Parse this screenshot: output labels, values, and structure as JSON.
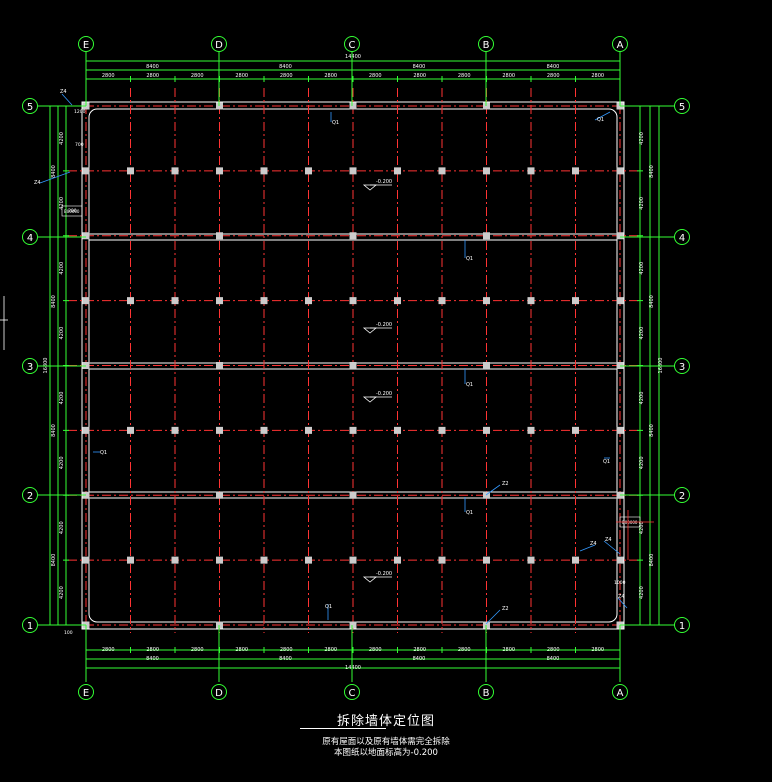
{
  "drawing": {
    "title": "拆除墙体定位图",
    "notes": [
      "原有屋面以及原有墙体需完全拆除",
      "本图纸以地面标高为-0.200"
    ]
  },
  "axes": {
    "columns": [
      "E",
      "D",
      "C",
      "B",
      "A"
    ],
    "rows": [
      "5",
      "4",
      "3",
      "2",
      "1"
    ]
  },
  "dimensions": {
    "overall": "14400",
    "bays": [
      "8400",
      "8400",
      "8400",
      "8400"
    ],
    "sub_spans": [
      "2800",
      "2800",
      "2800",
      "2800",
      "2800",
      "2800",
      "2800",
      "2800",
      "2800",
      "2800",
      "2800",
      "2800"
    ],
    "side_overall": "16800",
    "side_bays": [
      "8400",
      "8400",
      "8400",
      "8400"
    ],
    "side_subs": [
      "4200",
      "4200",
      "4200",
      "4200",
      "4200",
      "4200",
      "4200",
      "4200"
    ]
  },
  "annotations": {
    "elevations": [
      "-0.200",
      "-0.200",
      "-0.200",
      "-0.200"
    ],
    "wall_tag": "Q1",
    "z_tags": [
      "Z4",
      "Z4",
      "Z4",
      "Z4",
      "Z4"
    ],
    "z2_tags": [
      "Z2",
      "Z2"
    ],
    "edge_dims": [
      "1200",
      "700",
      "300",
      "1000",
      "100"
    ],
    "col_ref": "B00000"
  },
  "colors": {
    "background": "#000000",
    "grid_axis": "#ff3333",
    "dimension": "#33ff33",
    "outline": "#ffffff",
    "column": "#cccccc",
    "leader": "#3399ff"
  }
}
